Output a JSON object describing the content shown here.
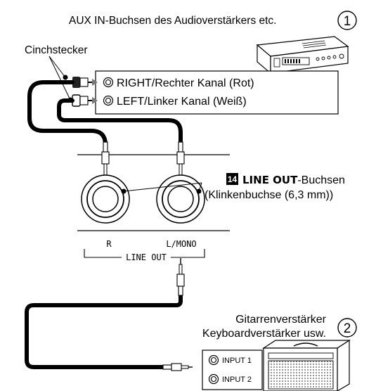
{
  "aux_label": "AUX IN-Buchsen des Audioverstärkers etc.",
  "num1": "1",
  "num2": "2",
  "cinch_label": "Cinchstecker",
  "right_channel": "RIGHT/Rechter Kanal (Rot)",
  "left_channel": "LEFT/Linker Kanal (Weiß)",
  "line_out_num": "14",
  "line_out_bold": "LINE OUT",
  "line_out_rest": "-Buchsen",
  "line_out_desc": "(Klinkenbuchse (6,3 mm))",
  "jack_r": "R",
  "jack_lmono": "L/MONO",
  "line_out_under": "LINE OUT",
  "amp_label1": "Gitarrenverstärker",
  "amp_label2": "Keyboardverstärker usw.",
  "input1": "INPUT 1",
  "input2": "INPUT 2"
}
